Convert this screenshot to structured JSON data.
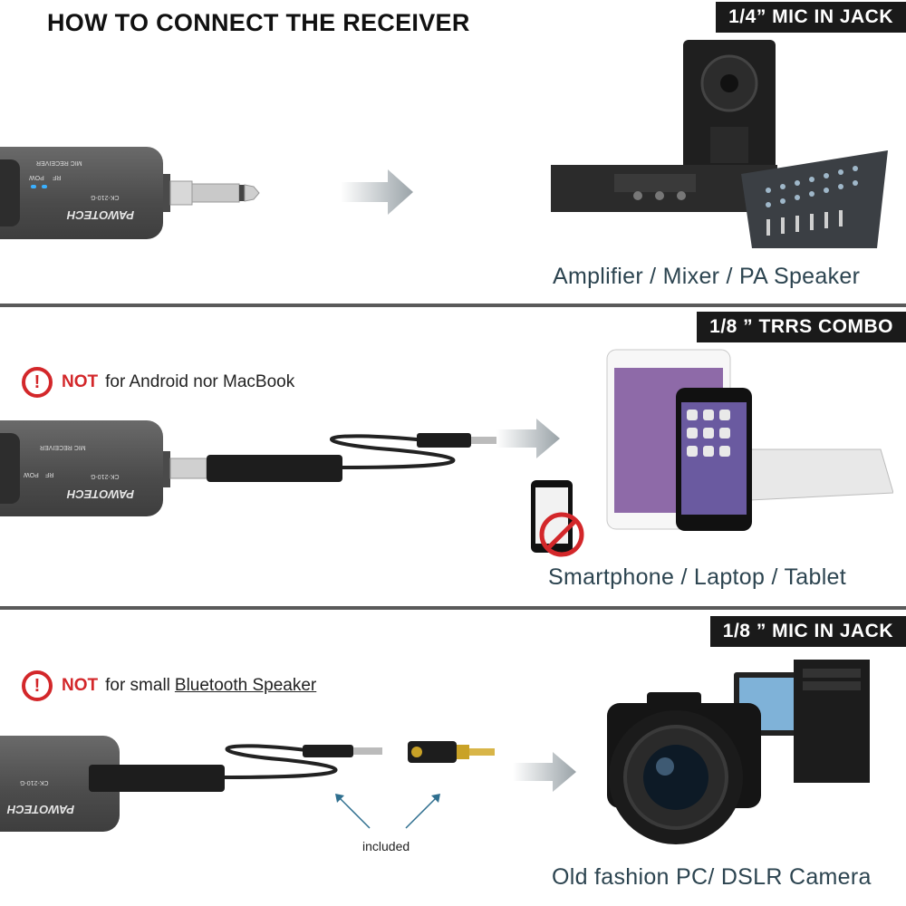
{
  "header": {
    "title": "HOW TO CONNECT THE RECEIVER"
  },
  "sections": [
    {
      "tag": "1/4” MIC IN JACK",
      "caption": "Amplifier / Mixer / PA Speaker"
    },
    {
      "tag": "1/8 ” TRRS COMBO",
      "caption": "Smartphone / Laptop / Tablet",
      "warning": {
        "not": "NOT",
        "text": "for Android nor MacBook"
      }
    },
    {
      "tag": "1/8 ” MIC IN JACK",
      "caption": "Old fashion PC/  DSLR Camera",
      "warning": {
        "not": "NOT",
        "text": "for small",
        "underlined": "Bluetooth Speaker"
      },
      "note": "included"
    }
  ],
  "receiver": {
    "brand": "PAWOTECH",
    "model": "CK-210-G",
    "label": "MIC RECEIVER",
    "led_rf": "RF",
    "led_pow": "POW"
  },
  "colors": {
    "warning": "#d3272a",
    "caption": "#2c4450",
    "tag_bg": "#1a1a1a",
    "separator": "#5a5a5a"
  }
}
